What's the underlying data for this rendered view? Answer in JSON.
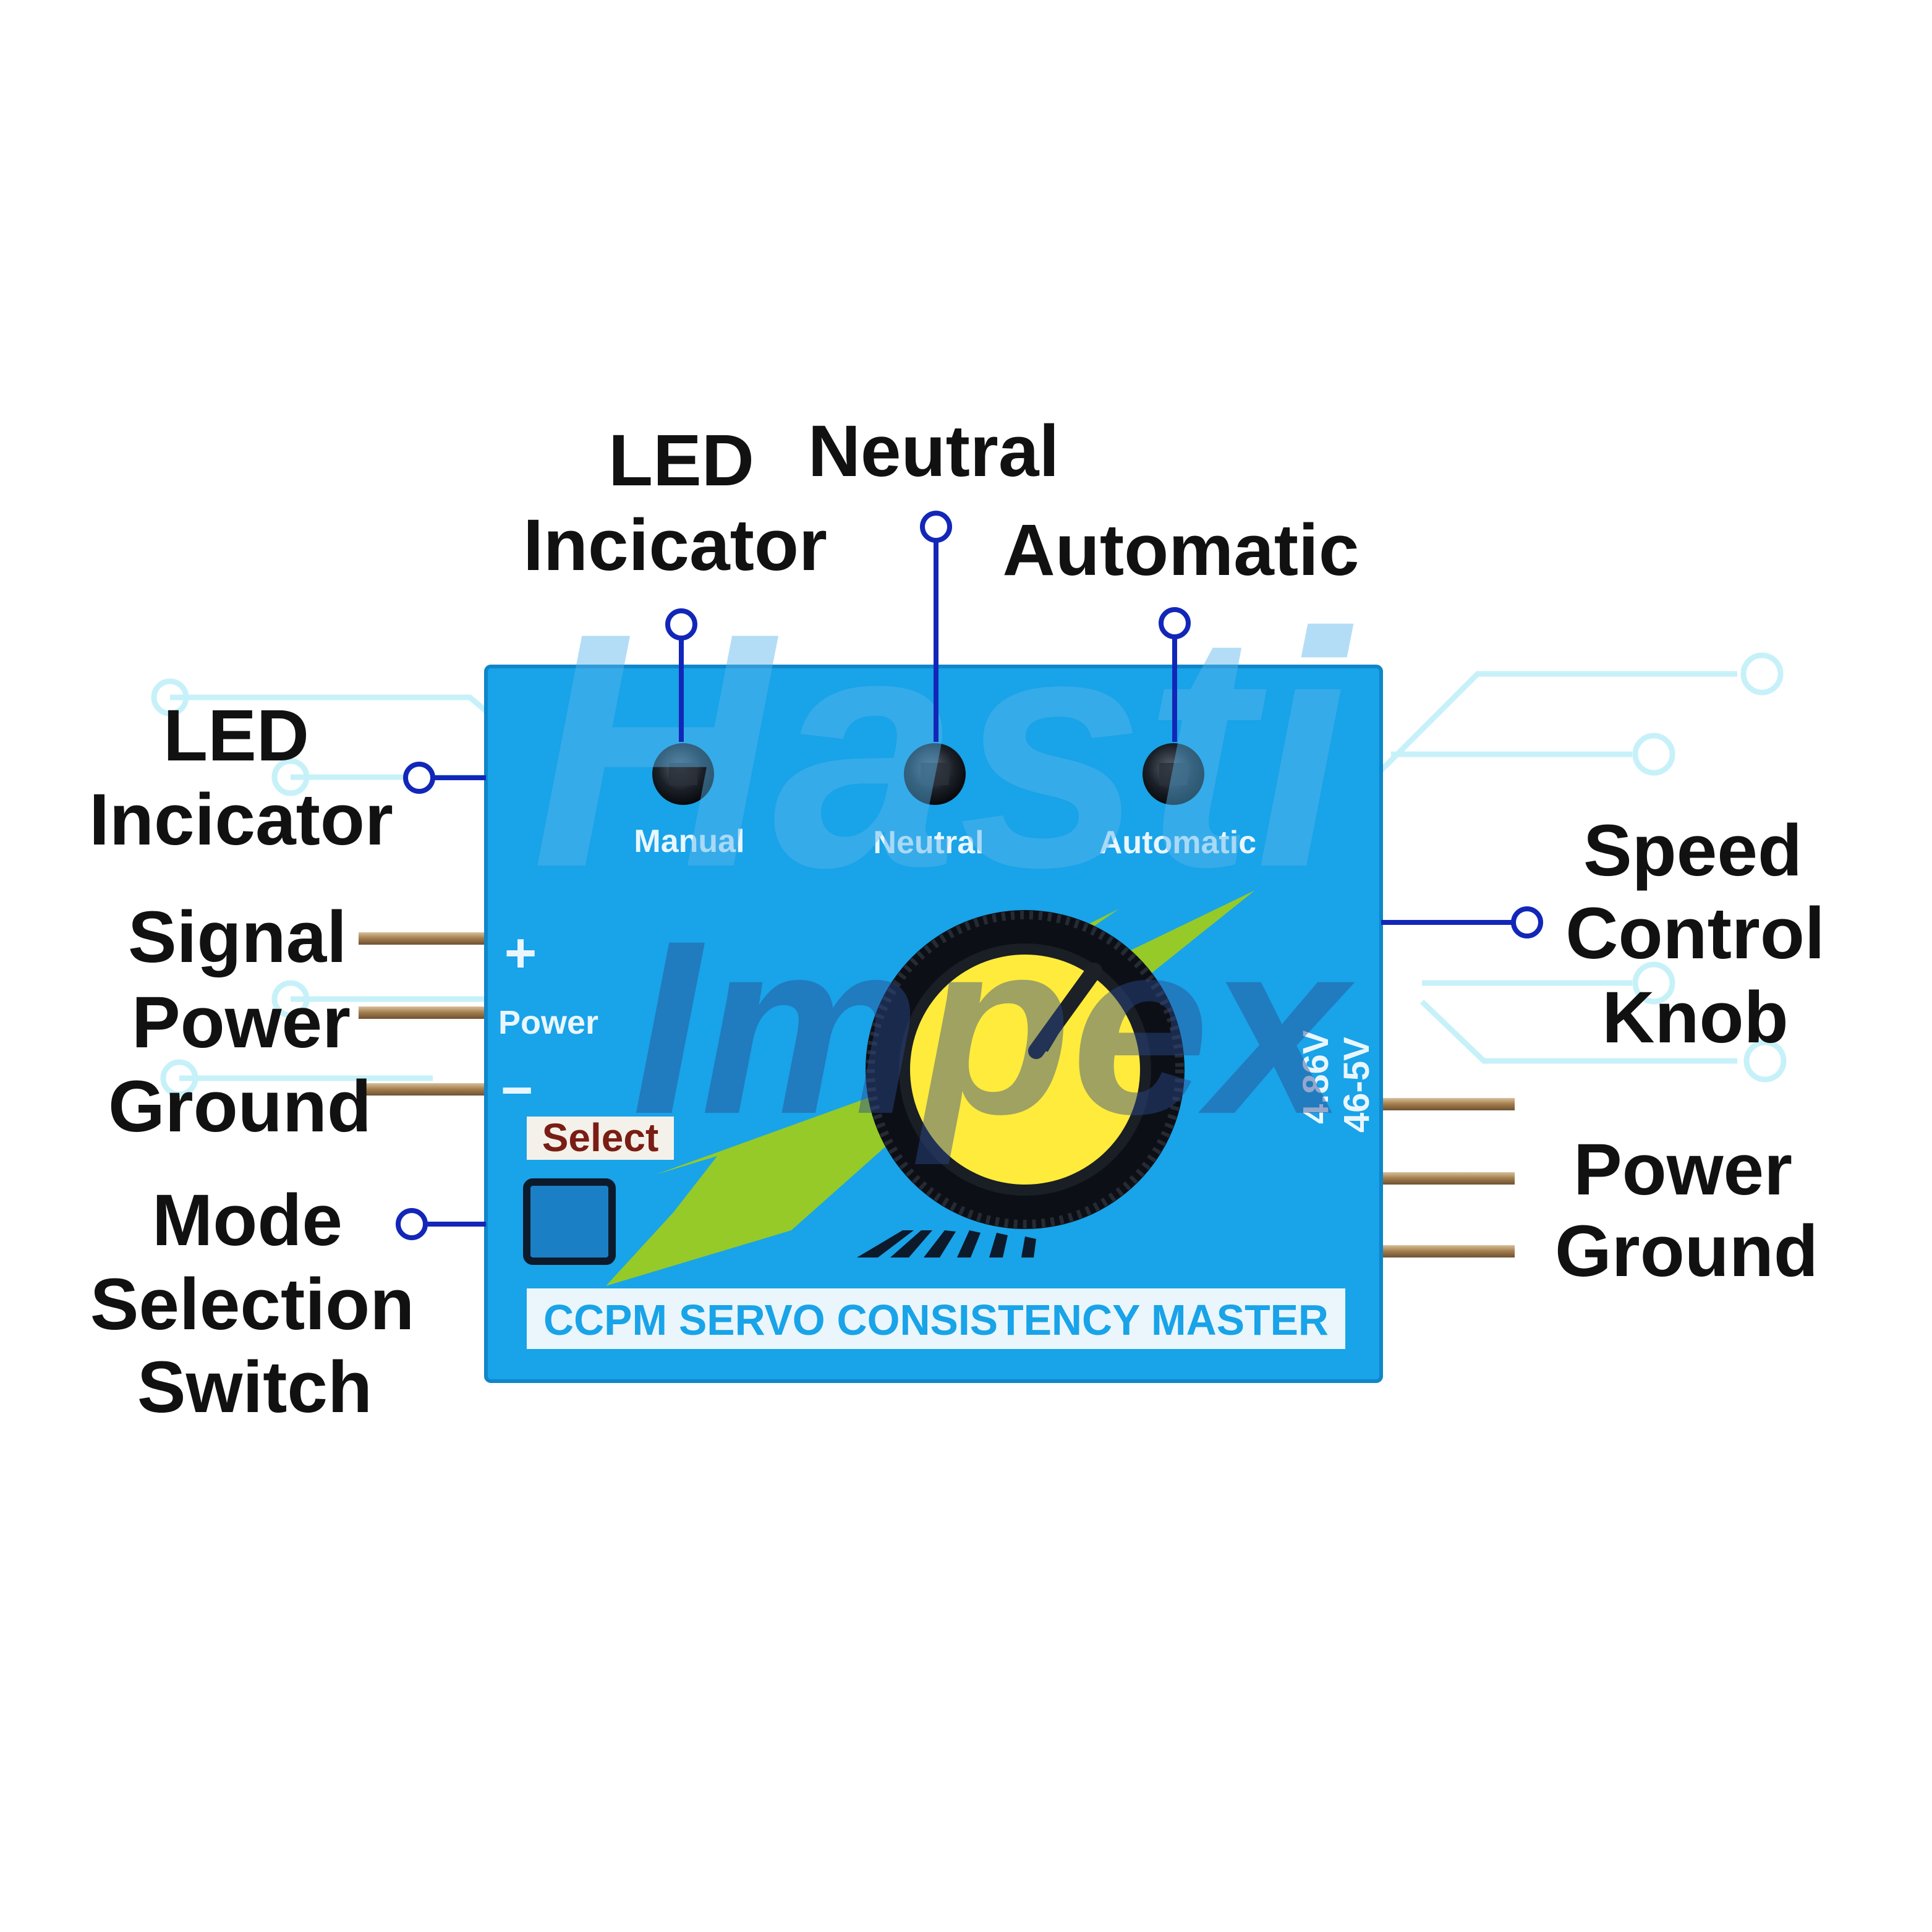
{
  "colors": {
    "board": "#19a3e8",
    "board_edge": "#0e86c9",
    "bolt": "#9ccc1f",
    "knob_body": "#0c0f16",
    "knob_face": "#ffeb3b",
    "callout": "#1227b8",
    "pin": "#b48d5c",
    "watermark": "#59b6ec"
  },
  "watermark": {
    "line1": "Hasti",
    "line2": "Impex"
  },
  "board": {
    "led_captions": [
      "Manual",
      "Neutral",
      "Automatic"
    ],
    "plus_sign": "+",
    "power_label": "Power",
    "minus_sign": "−",
    "select_label": "Select",
    "voltage_1": "4.86V",
    "voltage_2": "46-5V",
    "title": "CCPM SERVO CONSISTENCY MASTER"
  },
  "labels": {
    "led_indicator_top": [
      "LED",
      "Incicator"
    ],
    "neutral_top": "Neutral",
    "automatic_top": "Automatic",
    "led_indicator_left": [
      "LED",
      "Incicator"
    ],
    "signal": "Signal",
    "power_left": "Power",
    "ground_left": "Ground",
    "mode_switch": [
      "Mode",
      "Selection",
      "Switch"
    ],
    "speed_knob": [
      "Speed",
      "Control",
      "Knob"
    ],
    "power_right": "Power",
    "ground_right": "Ground"
  }
}
